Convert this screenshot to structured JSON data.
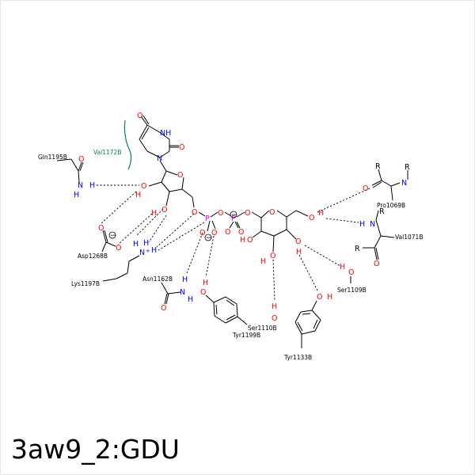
{
  "caption": "3aw9_2:GDU",
  "colors": {
    "O": "#ff0000",
    "N": "#0000ff",
    "P": "#ff00ff",
    "C": "#000000",
    "hydrophobic": "#008751"
  },
  "atom_labels": {
    "o_uracil4": "O",
    "nh_uracil3": "NH",
    "o_uracil2": "O",
    "n_uracil1": "N",
    "o_ring": "O",
    "o2_ribose": "O",
    "o3_ribose": "O",
    "o5_ribose": "O",
    "p_alpha": "P",
    "p_beta": "P",
    "o_bridge": "O",
    "o_alpha_neg": "O",
    "o_alpha": "O",
    "o_beta1": "O",
    "o_beta2": "O",
    "o1_sugar": "O",
    "o_sugar_ring": "O",
    "o6_sugar": "O",
    "o4_sugar": "O",
    "o3_sugar": "O",
    "o2_sugar": "O",
    "o_gln": "O",
    "n_gln": "N",
    "o_asp1": "O",
    "o_asp2": "O",
    "n_lys": "N",
    "n_asn": "N",
    "o_asn": "O",
    "o_tyr1199": "O",
    "o_tyr1133": "O",
    "o_ser1110": "O",
    "o_ser1109": "O",
    "o_pro1069": "O",
    "n_pro1069": "N",
    "n_val1071": "N",
    "o_val1071": "O",
    "h_gln": "H",
    "h_ribose2": "H",
    "h_ribose3": "H",
    "h_lys1": "H",
    "h_lys2": "H",
    "h_lys3": "H",
    "h_asn1": "H",
    "h_asn2": "H",
    "h_tyr1199": "H",
    "h_tyr1133": "H",
    "h_ser1110": "H",
    "h_ser1109": "H",
    "h_val1071": "H",
    "h_o6": "H",
    "h_o4": "H",
    "h_o3": "H",
    "h_o2": "H",
    "plus": "+",
    "minus": "−",
    "r_pro1": "R",
    "r_pro2": "R",
    "r_val": "R"
  },
  "residues": {
    "gln1195": "Gln1195B",
    "val1172": "Val1172B",
    "asp1268": "Asp1268B",
    "lys1197": "Lys1197B",
    "asn1162": "Asn1162B",
    "tyr1199": "Tyr1199B",
    "ser1110": "Ser1110B",
    "tyr1133": "Tyr1133B",
    "ser1109": "Ser1109B",
    "pro1069": "Pro1069B",
    "val1071": "Val1071B"
  }
}
